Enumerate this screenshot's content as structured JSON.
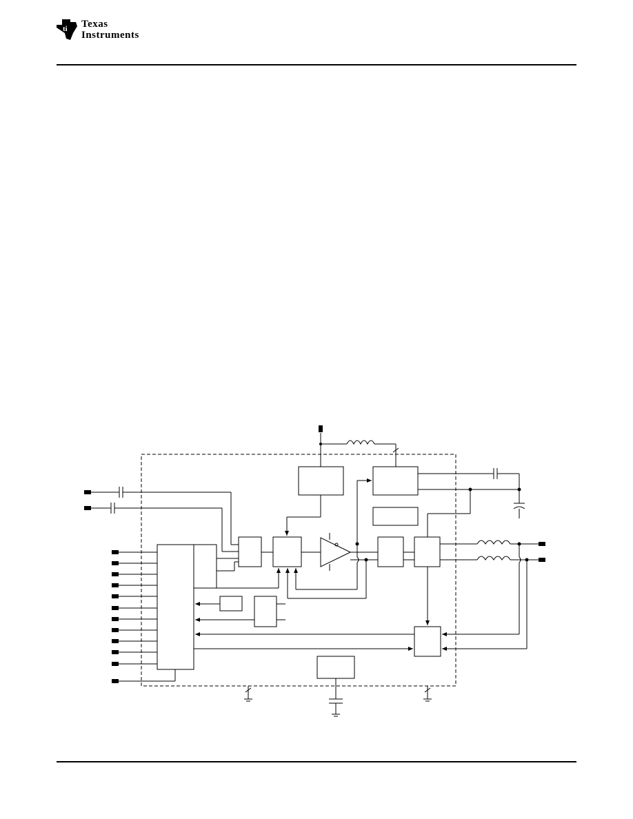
{
  "header": {
    "logo": {
      "line1": "Texas",
      "line2": "Instruments",
      "icon": "ti-state-logo-icon"
    }
  },
  "diagram": {
    "description_icon": "block-diagram"
  }
}
